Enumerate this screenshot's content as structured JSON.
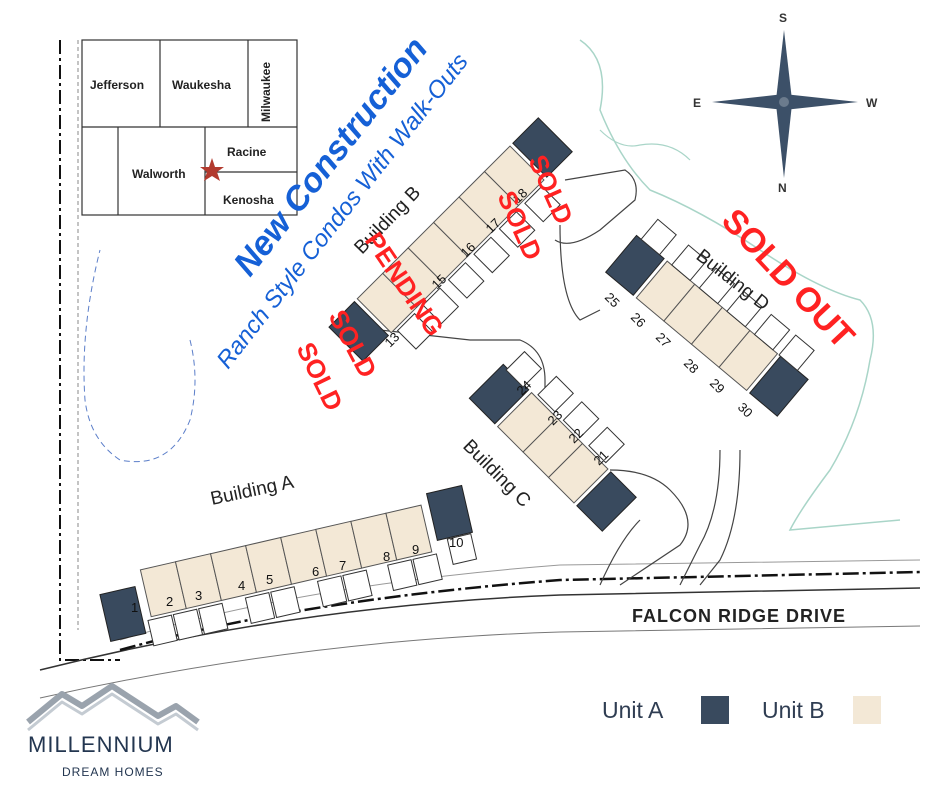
{
  "map": {
    "headline": "New Construction",
    "subheadline": "Ranch Style Condos With Walk-Outs",
    "road_name": "FALCON RIDGE DRIVE",
    "compass": {
      "s": "S",
      "e": "E",
      "w": "W",
      "n": "N"
    },
    "inset_counties": [
      "Jefferson",
      "Waukesha",
      "Milwaukee",
      "Walworth",
      "Racine",
      "Kenosha"
    ],
    "buildings": [
      {
        "name": "Building A",
        "units": [
          "1",
          "2",
          "3",
          "4",
          "5",
          "6",
          "7",
          "8",
          "9",
          "10"
        ]
      },
      {
        "name": "Building B",
        "units": [
          "13",
          "15",
          "16",
          "17",
          "18"
        ]
      },
      {
        "name": "Building C",
        "units": [
          "24",
          "23",
          "22",
          "21"
        ]
      },
      {
        "name": "Building D",
        "units": [
          "25",
          "26",
          "27",
          "28",
          "29",
          "30"
        ]
      }
    ],
    "stamps": {
      "sold": "SOLD",
      "pending": "PENDING",
      "sold_out": "SOLD OUT"
    },
    "legend": [
      {
        "label": "Unit A",
        "color": "#394a5e"
      },
      {
        "label": "Unit B",
        "color": "#f3e8d6"
      }
    ],
    "brand": {
      "name": "MILLENNIUM",
      "tagline": "DREAM HOMES"
    }
  }
}
